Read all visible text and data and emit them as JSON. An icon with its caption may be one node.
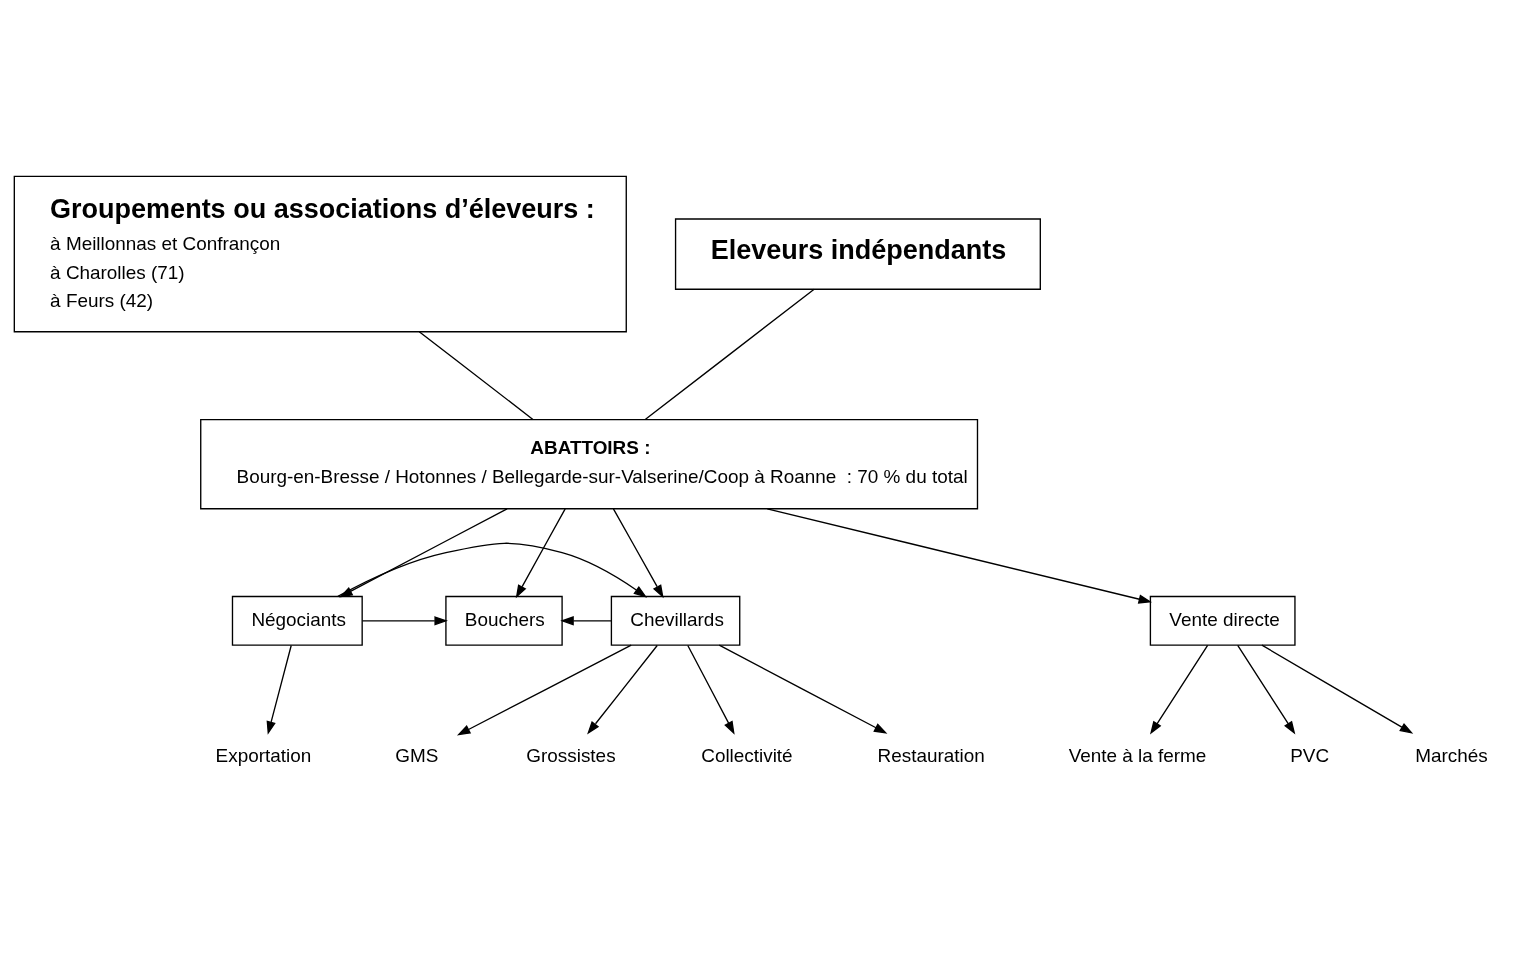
{
  "diagram": {
    "nodes": [
      {
        "text": [
          "Groupements ou associations d’éleveurs :",
          "à Meillonnas et Confrançon",
          "à Charolles (71)",
          "à Feurs (42)"
        ]
      },
      {
        "text": [
          "Eleveurs indépendants"
        ]
      },
      {
        "text": [
          "ABATTOIRS :",
          "Bourg-en-Bresse / Hotonnes / Bellegarde-sur-Valserine/Coop à Roanne  : 70 % du total"
        ]
      },
      {
        "text": [
          "Négociants"
        ]
      },
      {
        "text": [
          "Bouchers"
        ]
      },
      {
        "text": [
          "Chevillards"
        ]
      },
      {
        "text": [
          "Vente directe"
        ]
      },
      {
        "text": [
          "Exportation"
        ]
      },
      {
        "text": [
          "GMS"
        ]
      },
      {
        "text": [
          "Grossistes"
        ]
      },
      {
        "text": [
          "Collectivité"
        ]
      },
      {
        "text": [
          "Restauration"
        ]
      },
      {
        "text": [
          "Vente à la ferme"
        ]
      },
      {
        "text": [
          "PVC"
        ]
      },
      {
        "text": [
          "Marchés"
        ]
      }
    ],
    "edges": [
      {
        "from": 0,
        "to": 2,
        "arrow": "none"
      },
      {
        "from": 1,
        "to": 2,
        "arrow": "none"
      },
      {
        "from": 2,
        "to": 3,
        "arrow": "to"
      },
      {
        "from": 2,
        "to": 4,
        "arrow": "to"
      },
      {
        "from": 2,
        "to": 5,
        "arrow": "to"
      },
      {
        "from": 2,
        "to": 6,
        "arrow": "to"
      },
      {
        "from": 3,
        "to": 4,
        "arrow": "to"
      },
      {
        "from": 5,
        "to": 4,
        "arrow": "to"
      },
      {
        "from": 3,
        "to": 5,
        "arrow": "to"
      },
      {
        "from": 3,
        "to": 7,
        "arrow": "to"
      },
      {
        "from": 5,
        "to": 8,
        "arrow": "to"
      },
      {
        "from": 5,
        "to": 9,
        "arrow": "to"
      },
      {
        "from": 5,
        "to": 10,
        "arrow": "to"
      },
      {
        "from": 5,
        "to": 11,
        "arrow": "to"
      },
      {
        "from": 6,
        "to": 12,
        "arrow": "to"
      },
      {
        "from": 6,
        "to": 13,
        "arrow": "to"
      },
      {
        "from": 6,
        "to": 14,
        "arrow": "to"
      }
    ]
  }
}
